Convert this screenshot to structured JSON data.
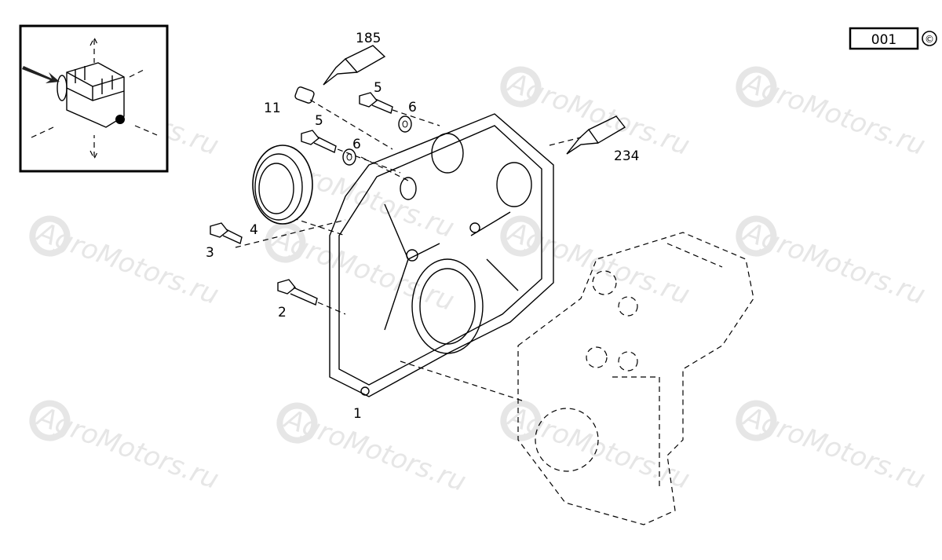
{
  "watermark": {
    "text": "AgroMotors.ru",
    "color": "#e6e6e6"
  },
  "page_box": {
    "number": "001",
    "copyright_symbol": "©"
  },
  "callouts": {
    "c185": "185",
    "c5a": "5",
    "c11": "11",
    "c6a": "6",
    "c5b": "5",
    "c6b": "6",
    "c234": "234",
    "c4": "4",
    "c3": "3",
    "c2": "2",
    "c1": "1"
  },
  "inset": {
    "icon": "orientation-view-icon"
  }
}
